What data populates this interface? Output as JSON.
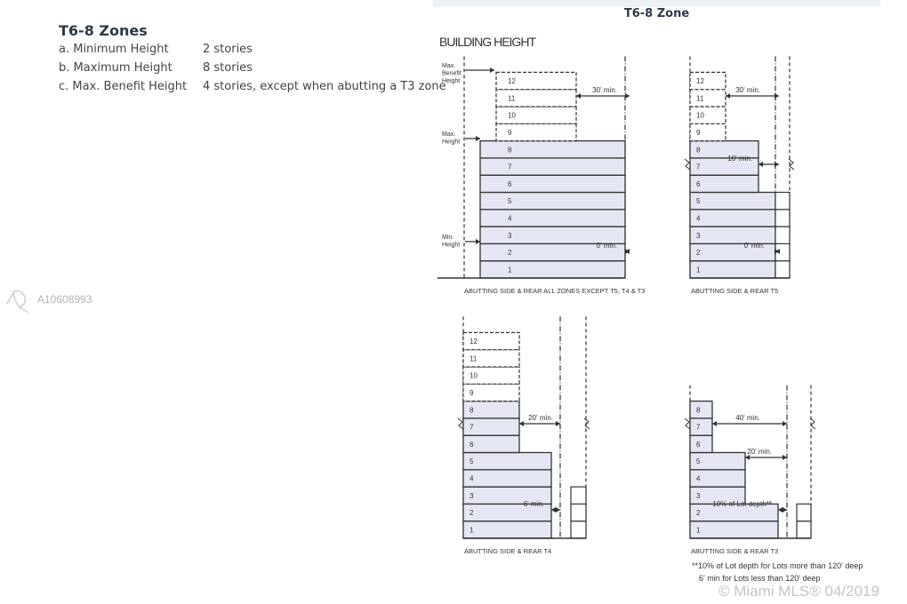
{
  "left": {
    "heading": "T6-8 Zones",
    "rows": [
      {
        "label": "a. Minimum Height",
        "value": "2 stories"
      },
      {
        "label": "b. Maximum Height",
        "value": "8 stories"
      },
      {
        "label": "c. Max. Benefit Height",
        "value": "4 stories, except when abutting a T3 zone"
      }
    ]
  },
  "watermark": {
    "id": "A10608993"
  },
  "diagram": {
    "zone_title": "T6-8 Zone",
    "title": "BUILDING HEIGHT",
    "side_labels": {
      "max_benefit": [
        "Max.",
        "Benefit",
        "Height"
      ],
      "max": [
        "Max.",
        "Height"
      ],
      "min": [
        "Min.",
        "Height"
      ]
    },
    "panels": [
      {
        "caption": "ABUTTING SIDE & REAR  ALL ZONES EXCEPT T5, T4 & T3",
        "stories": 12,
        "dims": [
          "30' min.",
          "0' min."
        ]
      },
      {
        "caption": "ABUTTING SIDE & REAR  T5",
        "stories": 12,
        "dims": [
          "30' min.",
          "10' min.",
          "0' min."
        ]
      },
      {
        "caption": "ABUTTING SIDE & REAR  T4",
        "stories": 12,
        "dims": [
          "20' min.",
          "6' min."
        ]
      },
      {
        "caption": "ABUTTING SIDE & REAR  T3",
        "stories": 8,
        "dims": [
          "40' min.",
          "20' min.",
          "10% of Lot depth**"
        ]
      }
    ],
    "notes": [
      "**10% of Lot depth for Lots more than 120' deep",
      "6' min for Lots less than 120' deep"
    ]
  },
  "copyright": "© Miami MLS® 04/2019",
  "colors": {
    "story_fill": "#e4e7f3",
    "line": "#333333"
  }
}
